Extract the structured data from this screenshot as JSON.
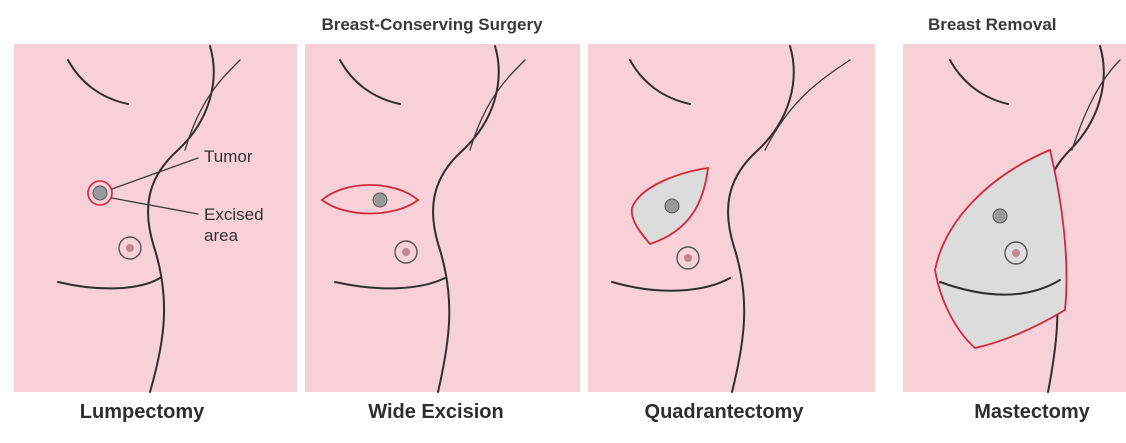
{
  "group_titles": {
    "conserving": "Breast-Conserving Surgery",
    "removal": "Breast Removal"
  },
  "callouts": {
    "tumor": "Tumor",
    "excised_line1": "Excised",
    "excised_line2": "area"
  },
  "panels": [
    {
      "caption": "Lumpectomy"
    },
    {
      "caption": "Wide Excision"
    },
    {
      "caption": "Quadrantectomy"
    },
    {
      "caption": "Mastectomy"
    }
  ],
  "colors": {
    "skin": "#f7d0d8",
    "excision": "#d2283c",
    "excised_fill": "#dcdcdc",
    "line": "#2f2f2f",
    "tumor": "#9a9a9a"
  }
}
